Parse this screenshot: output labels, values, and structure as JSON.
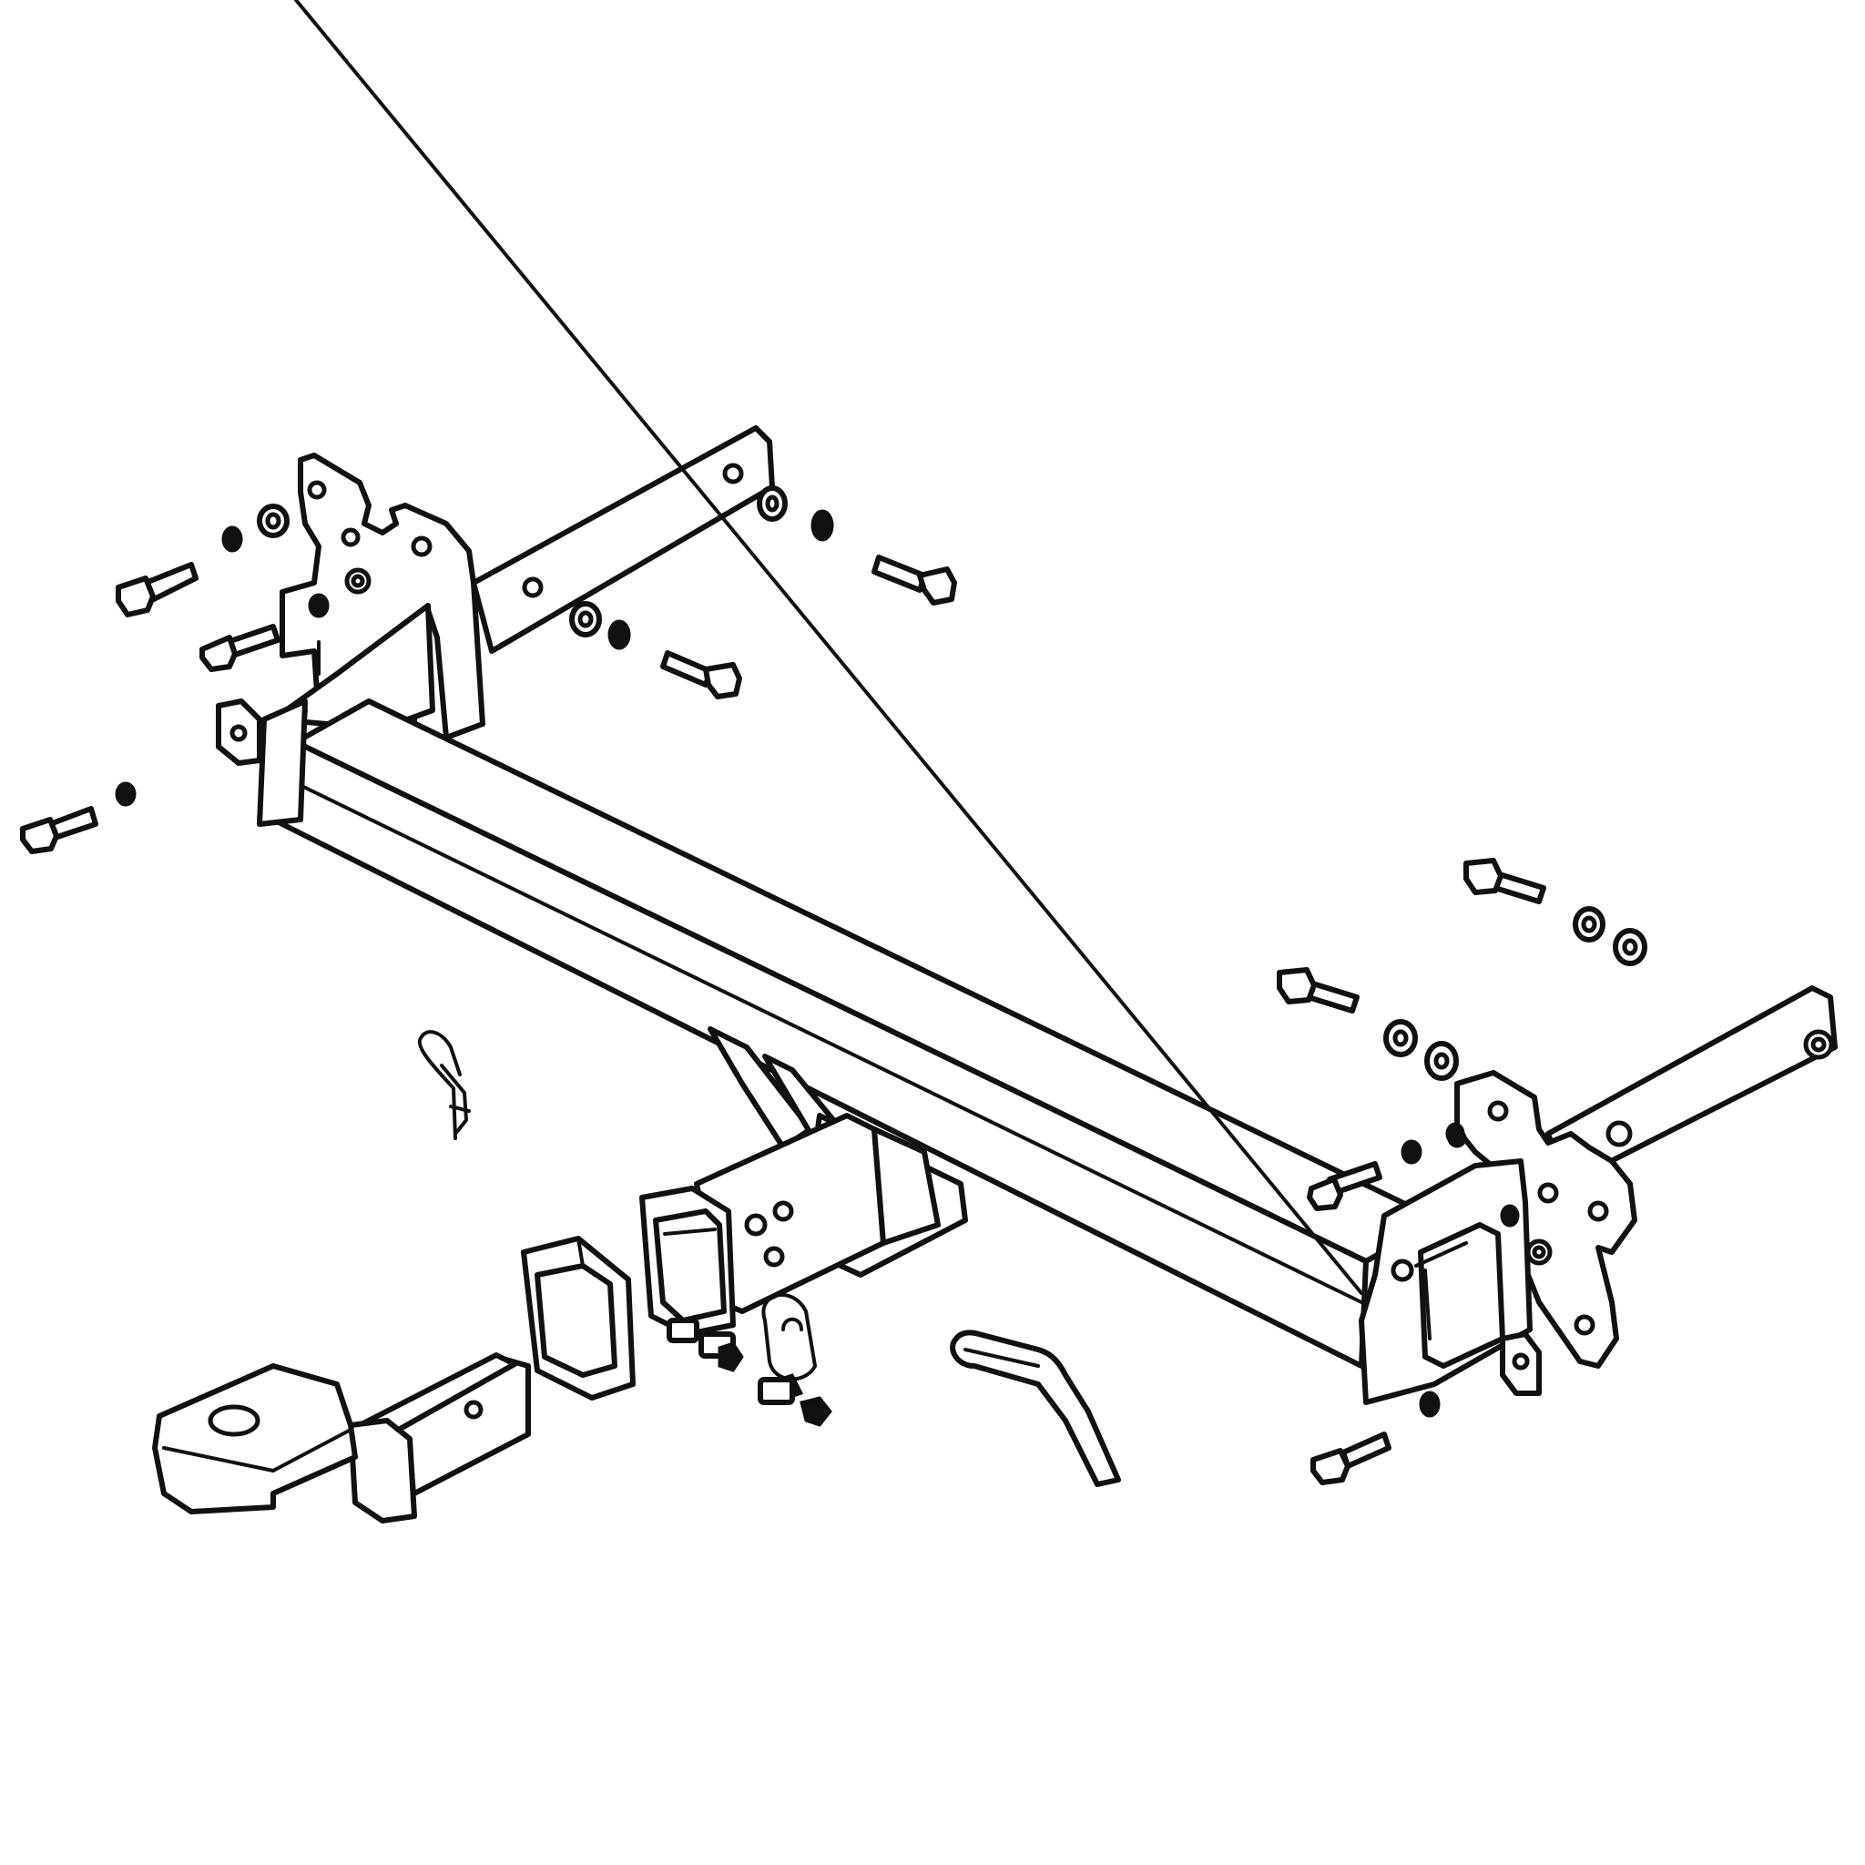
{
  "diagram": {
    "line_color": "#111111",
    "background": "#ffffff",
    "components": [
      {
        "name": "crossbar",
        "icon": "square-tube-icon"
      },
      {
        "name": "left-mounting-bracket",
        "icon": "bracket-plate-icon"
      },
      {
        "name": "right-mounting-bracket",
        "icon": "bracket-plate-icon"
      },
      {
        "name": "left-arm",
        "icon": "flat-bar-icon"
      },
      {
        "name": "right-arm",
        "icon": "flat-bar-icon"
      },
      {
        "name": "receiver-tube",
        "icon": "receiver-icon"
      },
      {
        "name": "ball-mount",
        "icon": "ball-mount-icon"
      },
      {
        "name": "receiver-cover",
        "icon": "rubber-cover-icon"
      },
      {
        "name": "hitch-pin",
        "icon": "bent-pin-icon"
      },
      {
        "name": "hitch-clip",
        "icon": "r-clip-icon"
      },
      {
        "name": "safety-chain-loop",
        "icon": "chain-loop-icon"
      },
      {
        "name": "bolts",
        "icon": "hex-bolt-icon"
      },
      {
        "name": "nuts",
        "icon": "hex-nut-icon"
      },
      {
        "name": "washers",
        "icon": "washer-icon"
      }
    ]
  }
}
